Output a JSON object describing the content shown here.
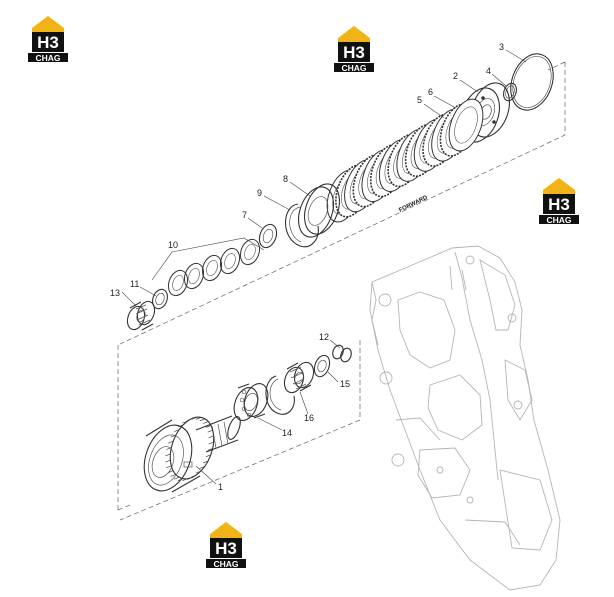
{
  "logo": {
    "letters": "H3",
    "word": "CHAG",
    "colors": {
      "roof": "#f2b318",
      "box": "#111111",
      "text": "#ffffff",
      "accent": "#f2b318"
    }
  },
  "diagram": {
    "direction_label": "FORWARD",
    "callouts": [
      "1",
      "2",
      "3",
      "4",
      "5",
      "6",
      "7",
      "8",
      "9",
      "10",
      "11",
      "12",
      "13",
      "14",
      "15",
      "16"
    ]
  }
}
